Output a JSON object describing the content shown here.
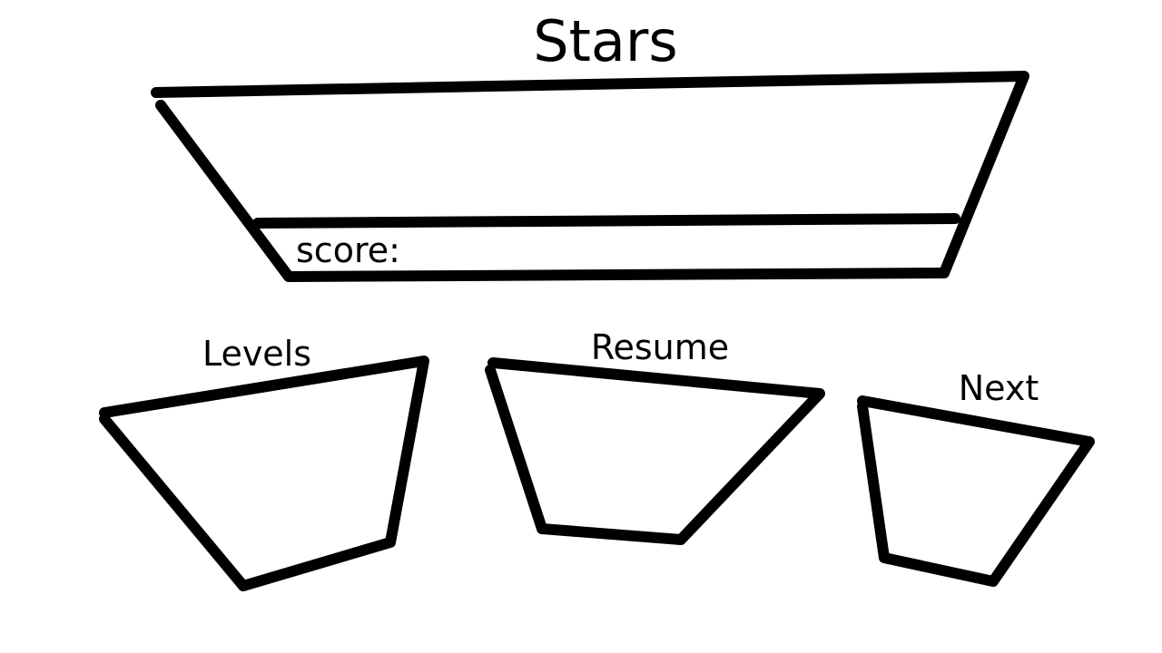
{
  "title": "Stars",
  "score": {
    "label": "score:",
    "value": ""
  },
  "buttons": [
    {
      "id": "levels",
      "label": "Levels"
    },
    {
      "id": "resume",
      "label": "Resume"
    },
    {
      "id": "next",
      "label": "Next"
    }
  ],
  "colors": {
    "background": "#ffffff",
    "stroke": "#000000"
  }
}
